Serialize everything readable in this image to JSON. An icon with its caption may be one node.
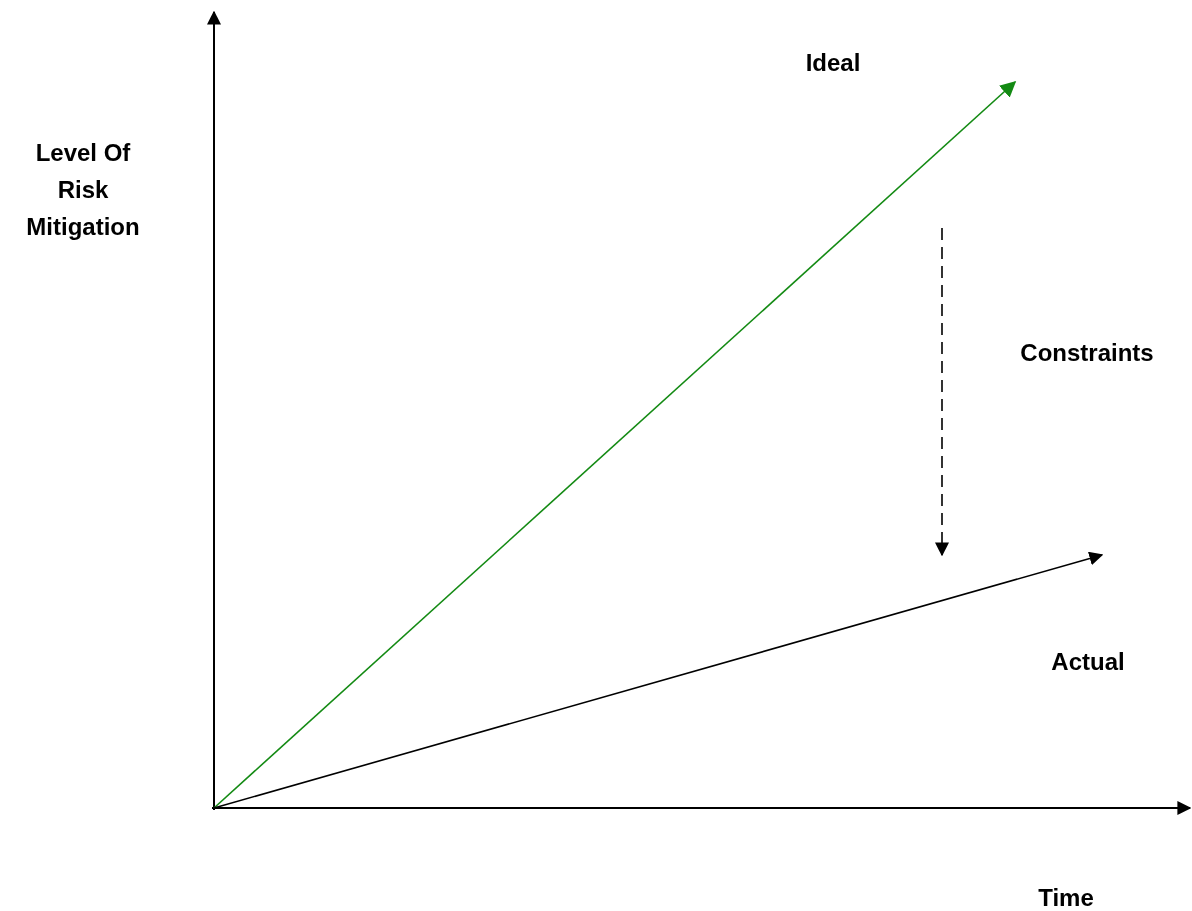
{
  "diagram": {
    "labels": [
      "Ideal",
      "Level Of Risk Mitigation",
      "Constraints",
      "Actual",
      "Time"
    ]
  }
}
